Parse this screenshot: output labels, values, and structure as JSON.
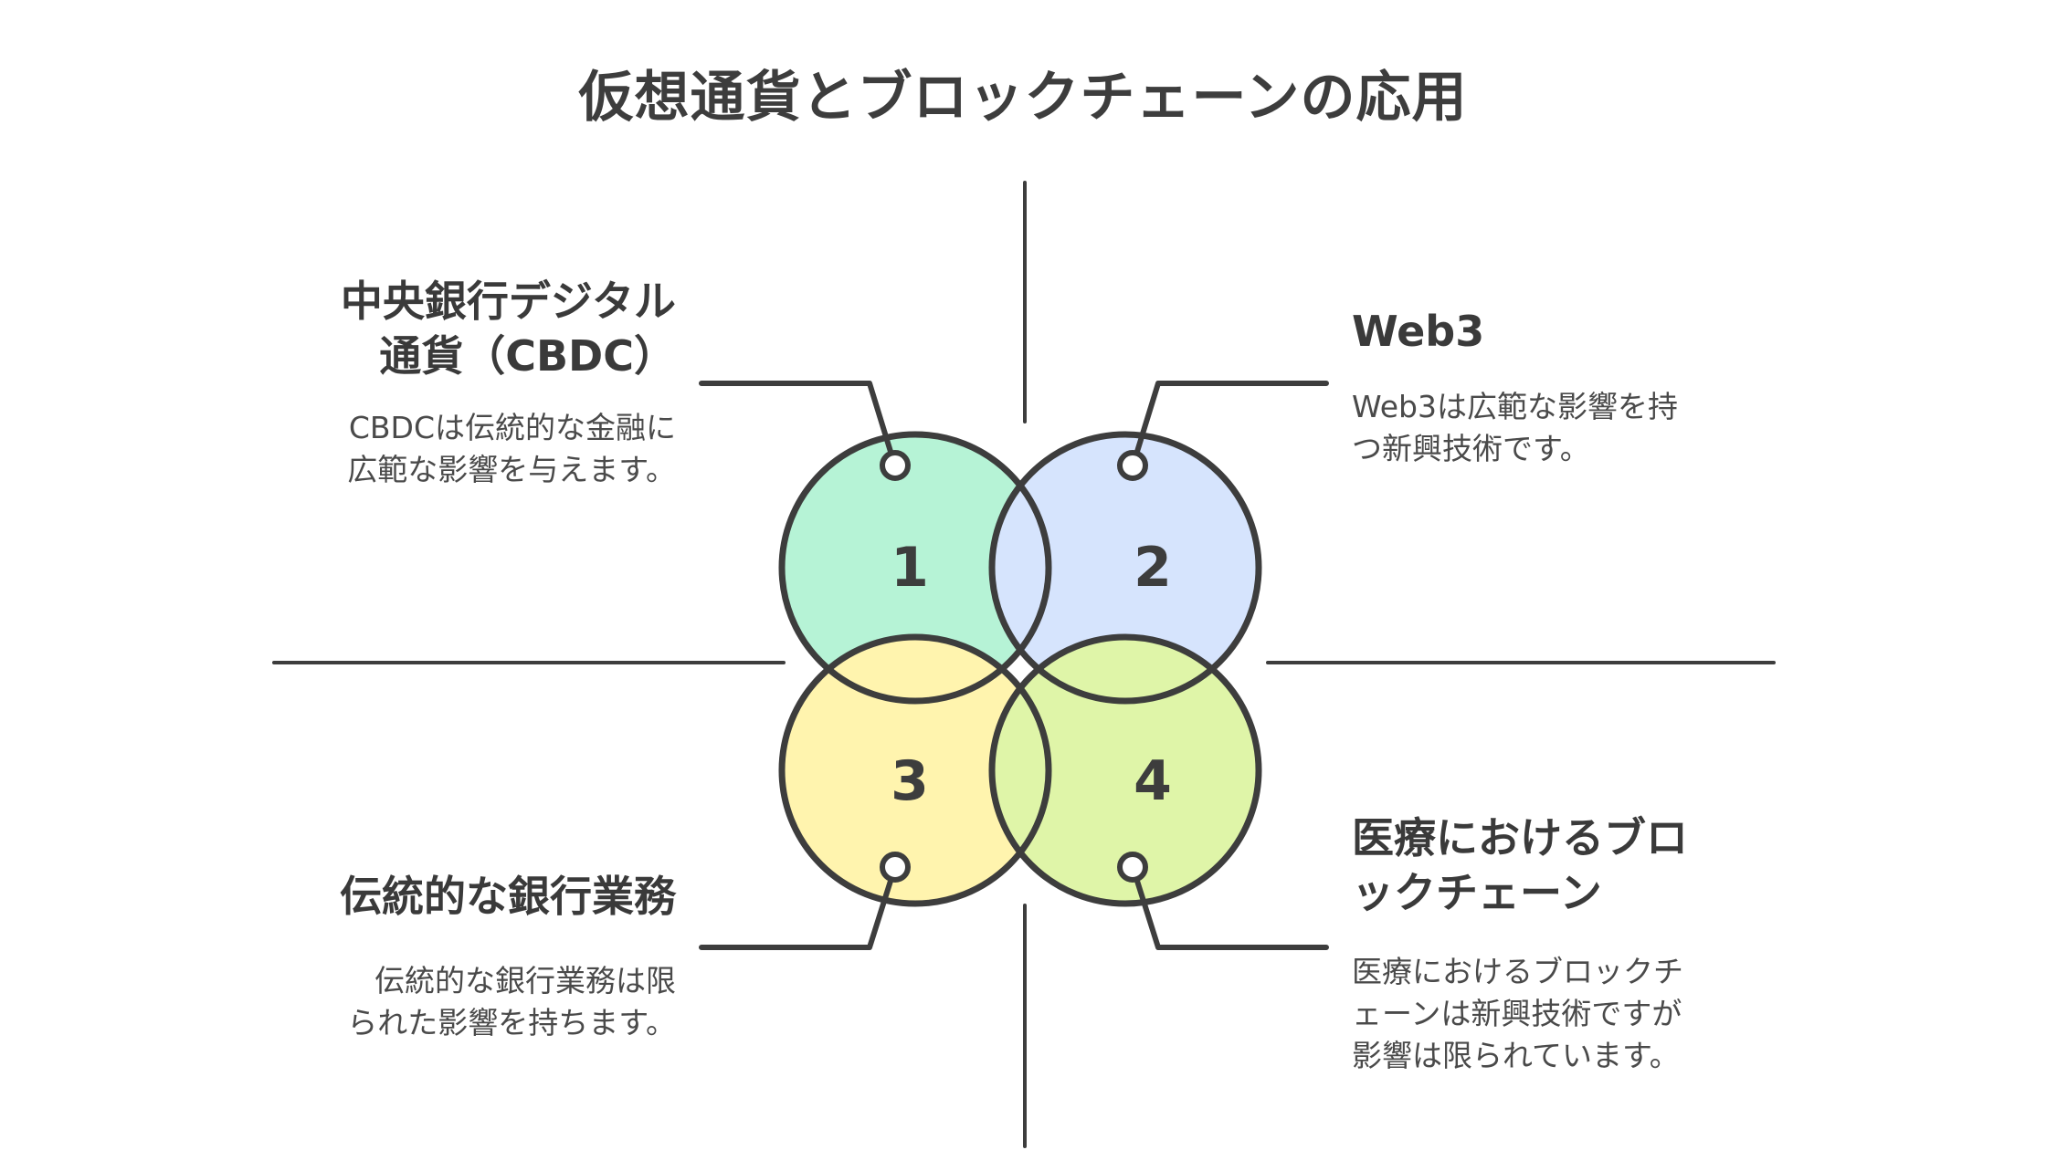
{
  "title": "仮想通貨とブロックチェーンの応用",
  "colors": {
    "stroke": "#3d3d3d",
    "circle1": "#b6f3d6",
    "circle2": "#d6e4fd",
    "circle3": "#fff4ae",
    "circle4": "#dff5a8"
  },
  "items": [
    {
      "number": "1",
      "title_lines": [
        "中央銀行デジタル",
        "通貨（CBDC）"
      ],
      "desc_lines": [
        "CBDCは伝統的な金融に",
        "広範な影響を与えます。"
      ]
    },
    {
      "number": "2",
      "title_lines": [
        "Web3"
      ],
      "desc_lines": [
        "Web3は広範な影響を持",
        "つ新興技術です。"
      ]
    },
    {
      "number": "3",
      "title_lines": [
        "伝統的な銀行業務"
      ],
      "desc_lines": [
        "伝統的な銀行業務は限",
        "られた影響を持ちます。"
      ]
    },
    {
      "number": "4",
      "title_lines": [
        "医療におけるブロ",
        "ックチェーン"
      ],
      "desc_lines": [
        "医療におけるブロックチ",
        "ェーンは新興技術ですが",
        "影響は限られています。"
      ]
    }
  ]
}
